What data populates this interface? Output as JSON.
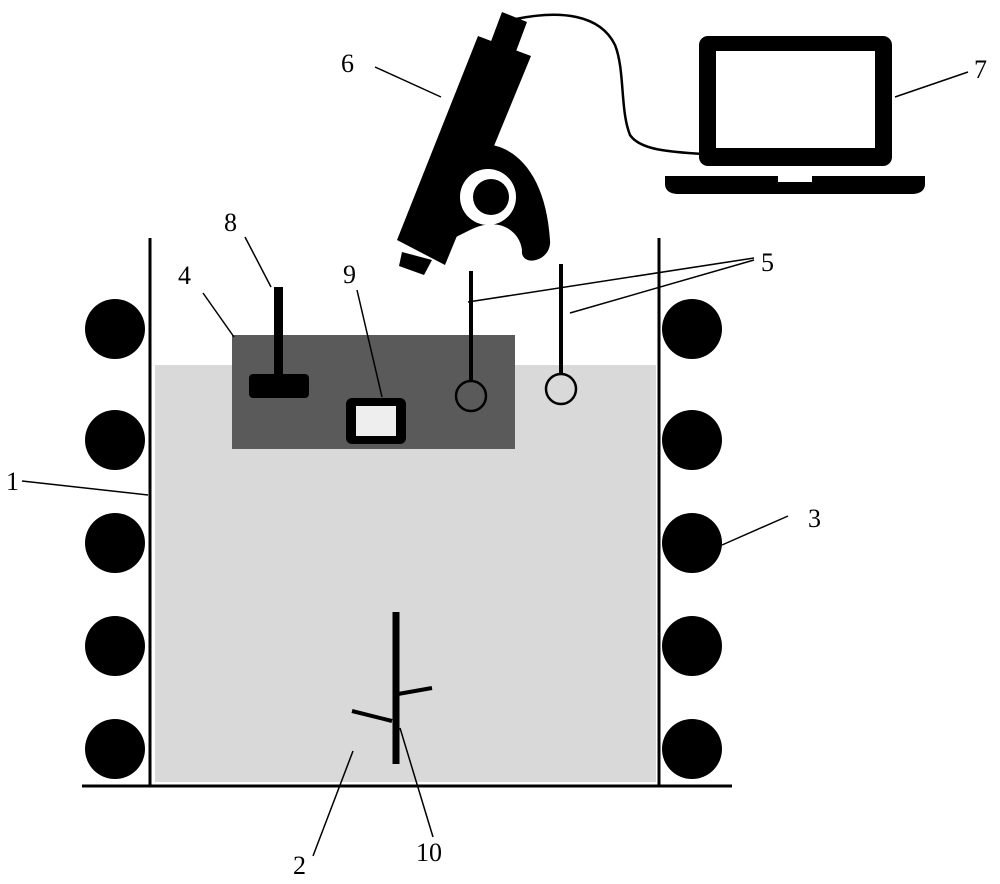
{
  "diagram": {
    "colors": {
      "outline": "#000000",
      "liquid": "#d9d9d9",
      "sample_block": "#5a5a5a",
      "sensor_window": "#eeeeee",
      "screen": "#ffffff",
      "background": "#ffffff"
    },
    "labels": {
      "tank_wall": "1",
      "liquid": "2",
      "heating_coils": "3",
      "sample_block": "4",
      "probes": "5",
      "microscope": "6",
      "laptop": "7",
      "stirrer": "8",
      "sensor": "9",
      "stand": "10"
    }
  }
}
